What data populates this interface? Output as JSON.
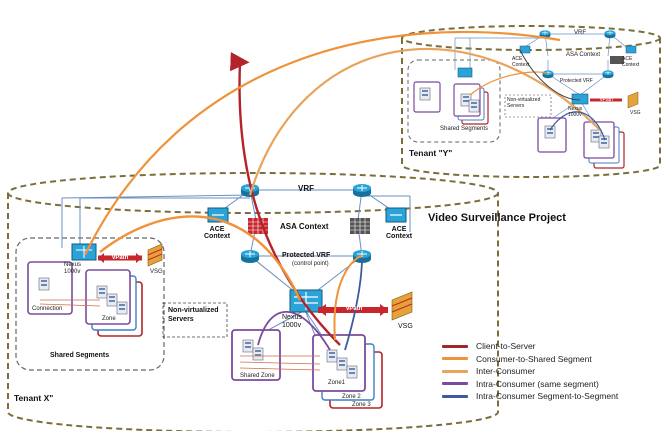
{
  "title": "Video Surveillance Project",
  "tenants": {
    "x": "Tenant X\"",
    "y": "Tenant \"Y\""
  },
  "labels": {
    "vrf": "VRF",
    "asa_context": "ASA Context",
    "ace_context_left": "ACE\nContext",
    "ace_context_right": "ACE\nContext",
    "protected_vrf": "Protected VRF",
    "protected_vrf_sub": "(control point)",
    "nexus_1000v_main": "Nexus\n1000v",
    "nexus_1000v_left": "Nexus\n1000v",
    "vpath_main": "vPath",
    "vpath_left": "vPath",
    "vsg_main": "VSG",
    "vsg_left": "VSG",
    "non_virtualized": "Non-virtualized\nServers",
    "shared_segments": "Shared Segments",
    "shared_zone": "Shared Zone",
    "zone_1": "Zone1",
    "zone_2": "Zone 2",
    "zone_3": "Zone 3",
    "connection": "Connection",
    "zone_small": "Zone",
    "y_shared_segments": "Shared Segments",
    "y_vrf": "VRF",
    "y_asa_context": "ASA Context",
    "y_ace_context_left": "ACE\nContext",
    "y_ace_context_right": "ACE\nContext",
    "y_protected_vrf": "Protected VRF",
    "y_non_virtualized": "Non-virtualized\nServers",
    "y_nexus": "Nexus\n1000v",
    "y_vpath": "vPath",
    "y_vsg": "VSG"
  },
  "legend": [
    {
      "label": "Client-to-Server",
      "color": "#a4262c"
    },
    {
      "label": "Consumer-to-Shared Segment",
      "color": "#f0923a"
    },
    {
      "label": "Inter-Consumer",
      "color": "#e8a35c"
    },
    {
      "label": "Intra-Consumer (same segment)",
      "color": "#7b4b9e"
    },
    {
      "label": "Intra-Consumer Segment-to-Segment",
      "color": "#3d5a9e"
    }
  ],
  "colors": {
    "cylinder": "#7a6f3a",
    "router": "#1f8fc4",
    "firewall": "#c8262c",
    "client": "#b3232a",
    "consumer_shared": "#f0923a",
    "inter_consumer": "#e8a35c",
    "intra_same": "#7b4b9e",
    "intra_seg": "#3d5a9e",
    "zone_purple": "#7b4b9e",
    "zone_red": "#b3232a",
    "zone_blue": "#3d7fc4"
  },
  "icons": [
    "router-icon",
    "firewall-icon",
    "switch-icon",
    "server-icon",
    "vsg-firewall-icon",
    "arrow-up-icon"
  ]
}
